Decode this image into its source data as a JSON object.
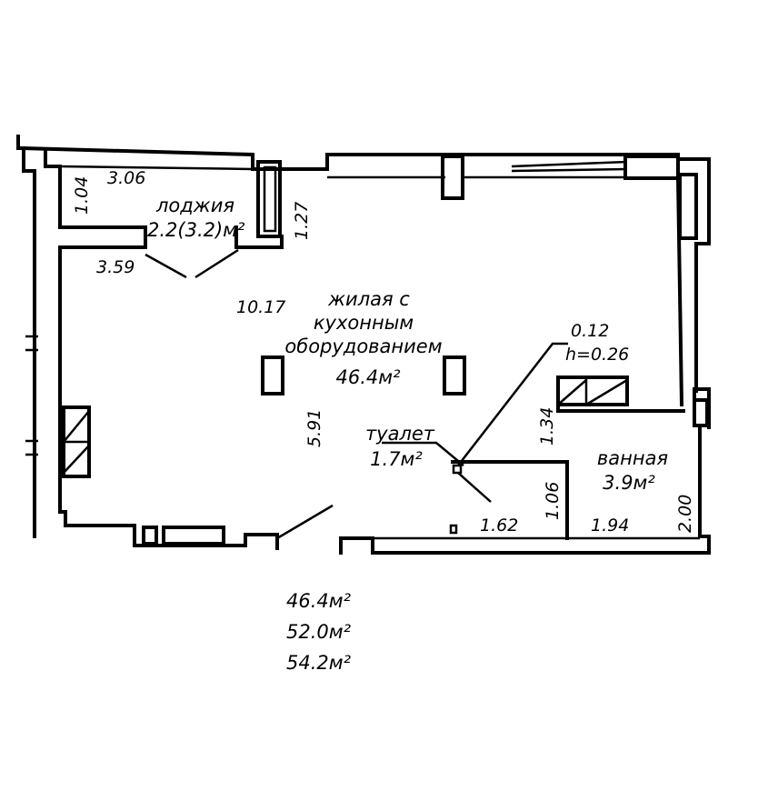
{
  "rooms": {
    "loggia": {
      "name": "лоджия",
      "area": "2.2(3.2)м²"
    },
    "living": {
      "line1": "жилая с",
      "line2": "кухонным",
      "line3": "оборудованием",
      "area": "46.4м²"
    },
    "toilet": {
      "name": "туалет",
      "area": "1.7м²"
    },
    "bathroom": {
      "name": "ванная",
      "area": "3.9м²"
    }
  },
  "dimensions": {
    "d_1_04": "1.04",
    "d_3_06": "3.06",
    "d_1_27": "1.27",
    "d_3_59": "3.59",
    "d_10_17": "10.17",
    "d_5_91": "5.91",
    "d_0_12": "0.12",
    "d_h_0_26": "h=0.26",
    "d_1_34": "1.34",
    "d_1_06": "1.06",
    "d_1_62": "1.62",
    "d_1_94": "1.94",
    "d_2_00": "2.00"
  },
  "totals": [
    "46.4м²",
    "52.0м²",
    "54.2м²"
  ]
}
